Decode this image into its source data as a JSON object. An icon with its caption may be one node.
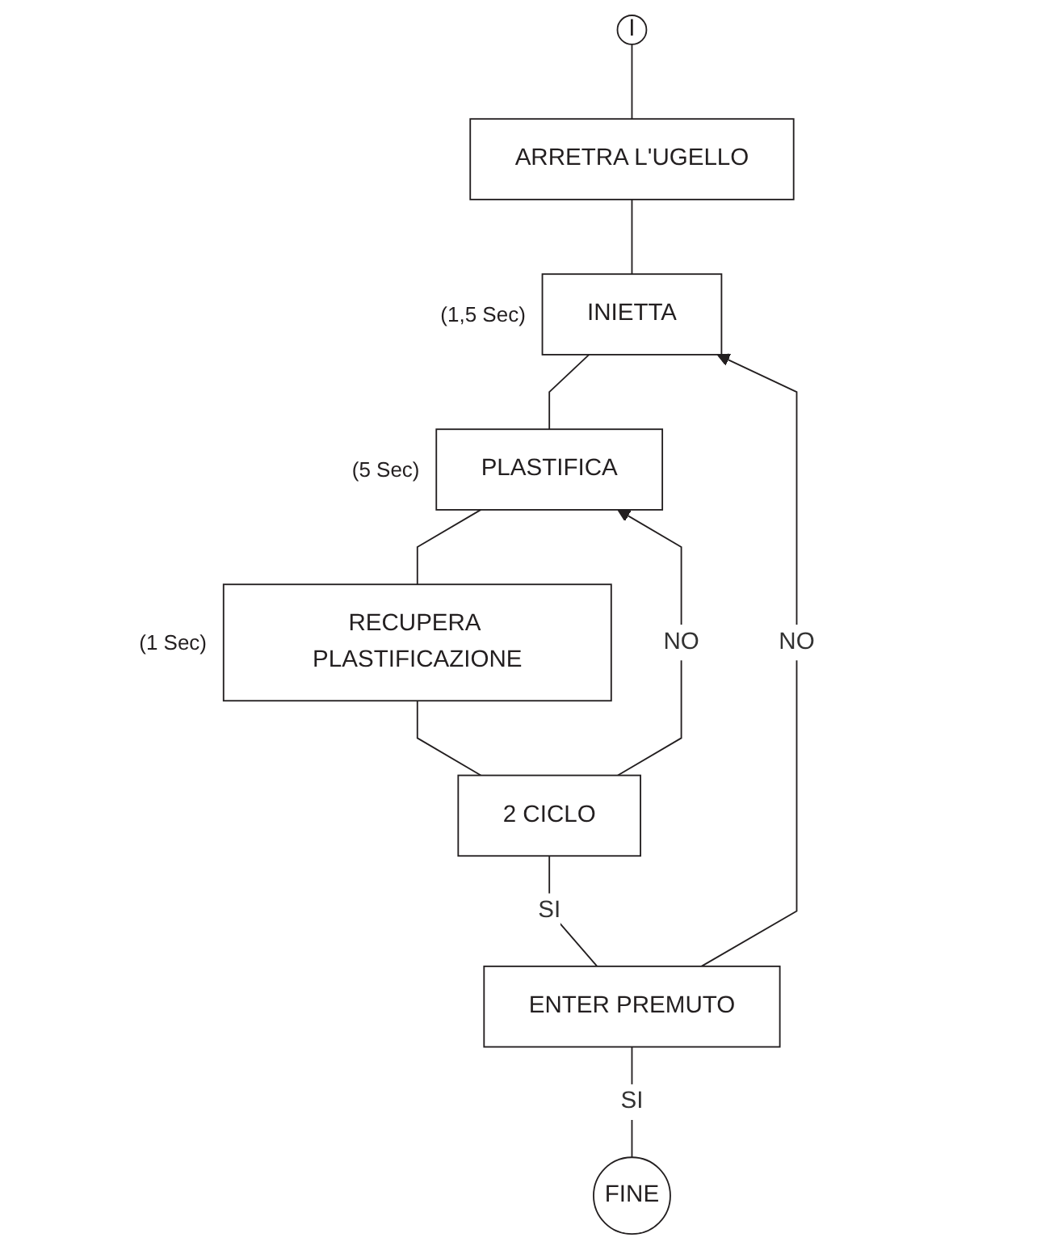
{
  "diagram": {
    "nodes": [
      {
        "text": [
          "I"
        ]
      },
      {
        "text": [
          "ARRETRA  L'UGELLO"
        ]
      },
      {
        "text": [
          "INIETTA"
        ],
        "beside": [
          "(1,5 Sec)"
        ]
      },
      {
        "text": [
          "PLASTIFICA"
        ],
        "beside": [
          "(5 Sec)"
        ]
      },
      {
        "text": [
          "RECUPERA PLASTIFICAZIONE"
        ],
        "beside": [
          "(1 Sec)"
        ]
      },
      {
        "text": [
          "2  CICLO"
        ]
      },
      {
        "text": [
          "ENTER  PREMUTO"
        ]
      },
      {
        "text": [
          "FINE"
        ]
      }
    ],
    "edges": [
      {
        "from": 0,
        "to": 1,
        "arrow": "none"
      },
      {
        "from": 1,
        "to": 2,
        "arrow": "none"
      },
      {
        "from": 2,
        "to": 3,
        "arrow": "none"
      },
      {
        "from": 3,
        "to": 4,
        "arrow": "none"
      },
      {
        "from": 4,
        "to": 5,
        "arrow": "none"
      },
      {
        "from": 5,
        "to": 3,
        "arrow": "to",
        "label": "NO"
      },
      {
        "from": 5,
        "to": 6,
        "arrow": "none",
        "label": "SI"
      },
      {
        "from": 6,
        "to": 2,
        "arrow": "to",
        "label": "NO"
      },
      {
        "from": 6,
        "to": 7,
        "arrow": "none",
        "label": "SI"
      }
    ]
  }
}
